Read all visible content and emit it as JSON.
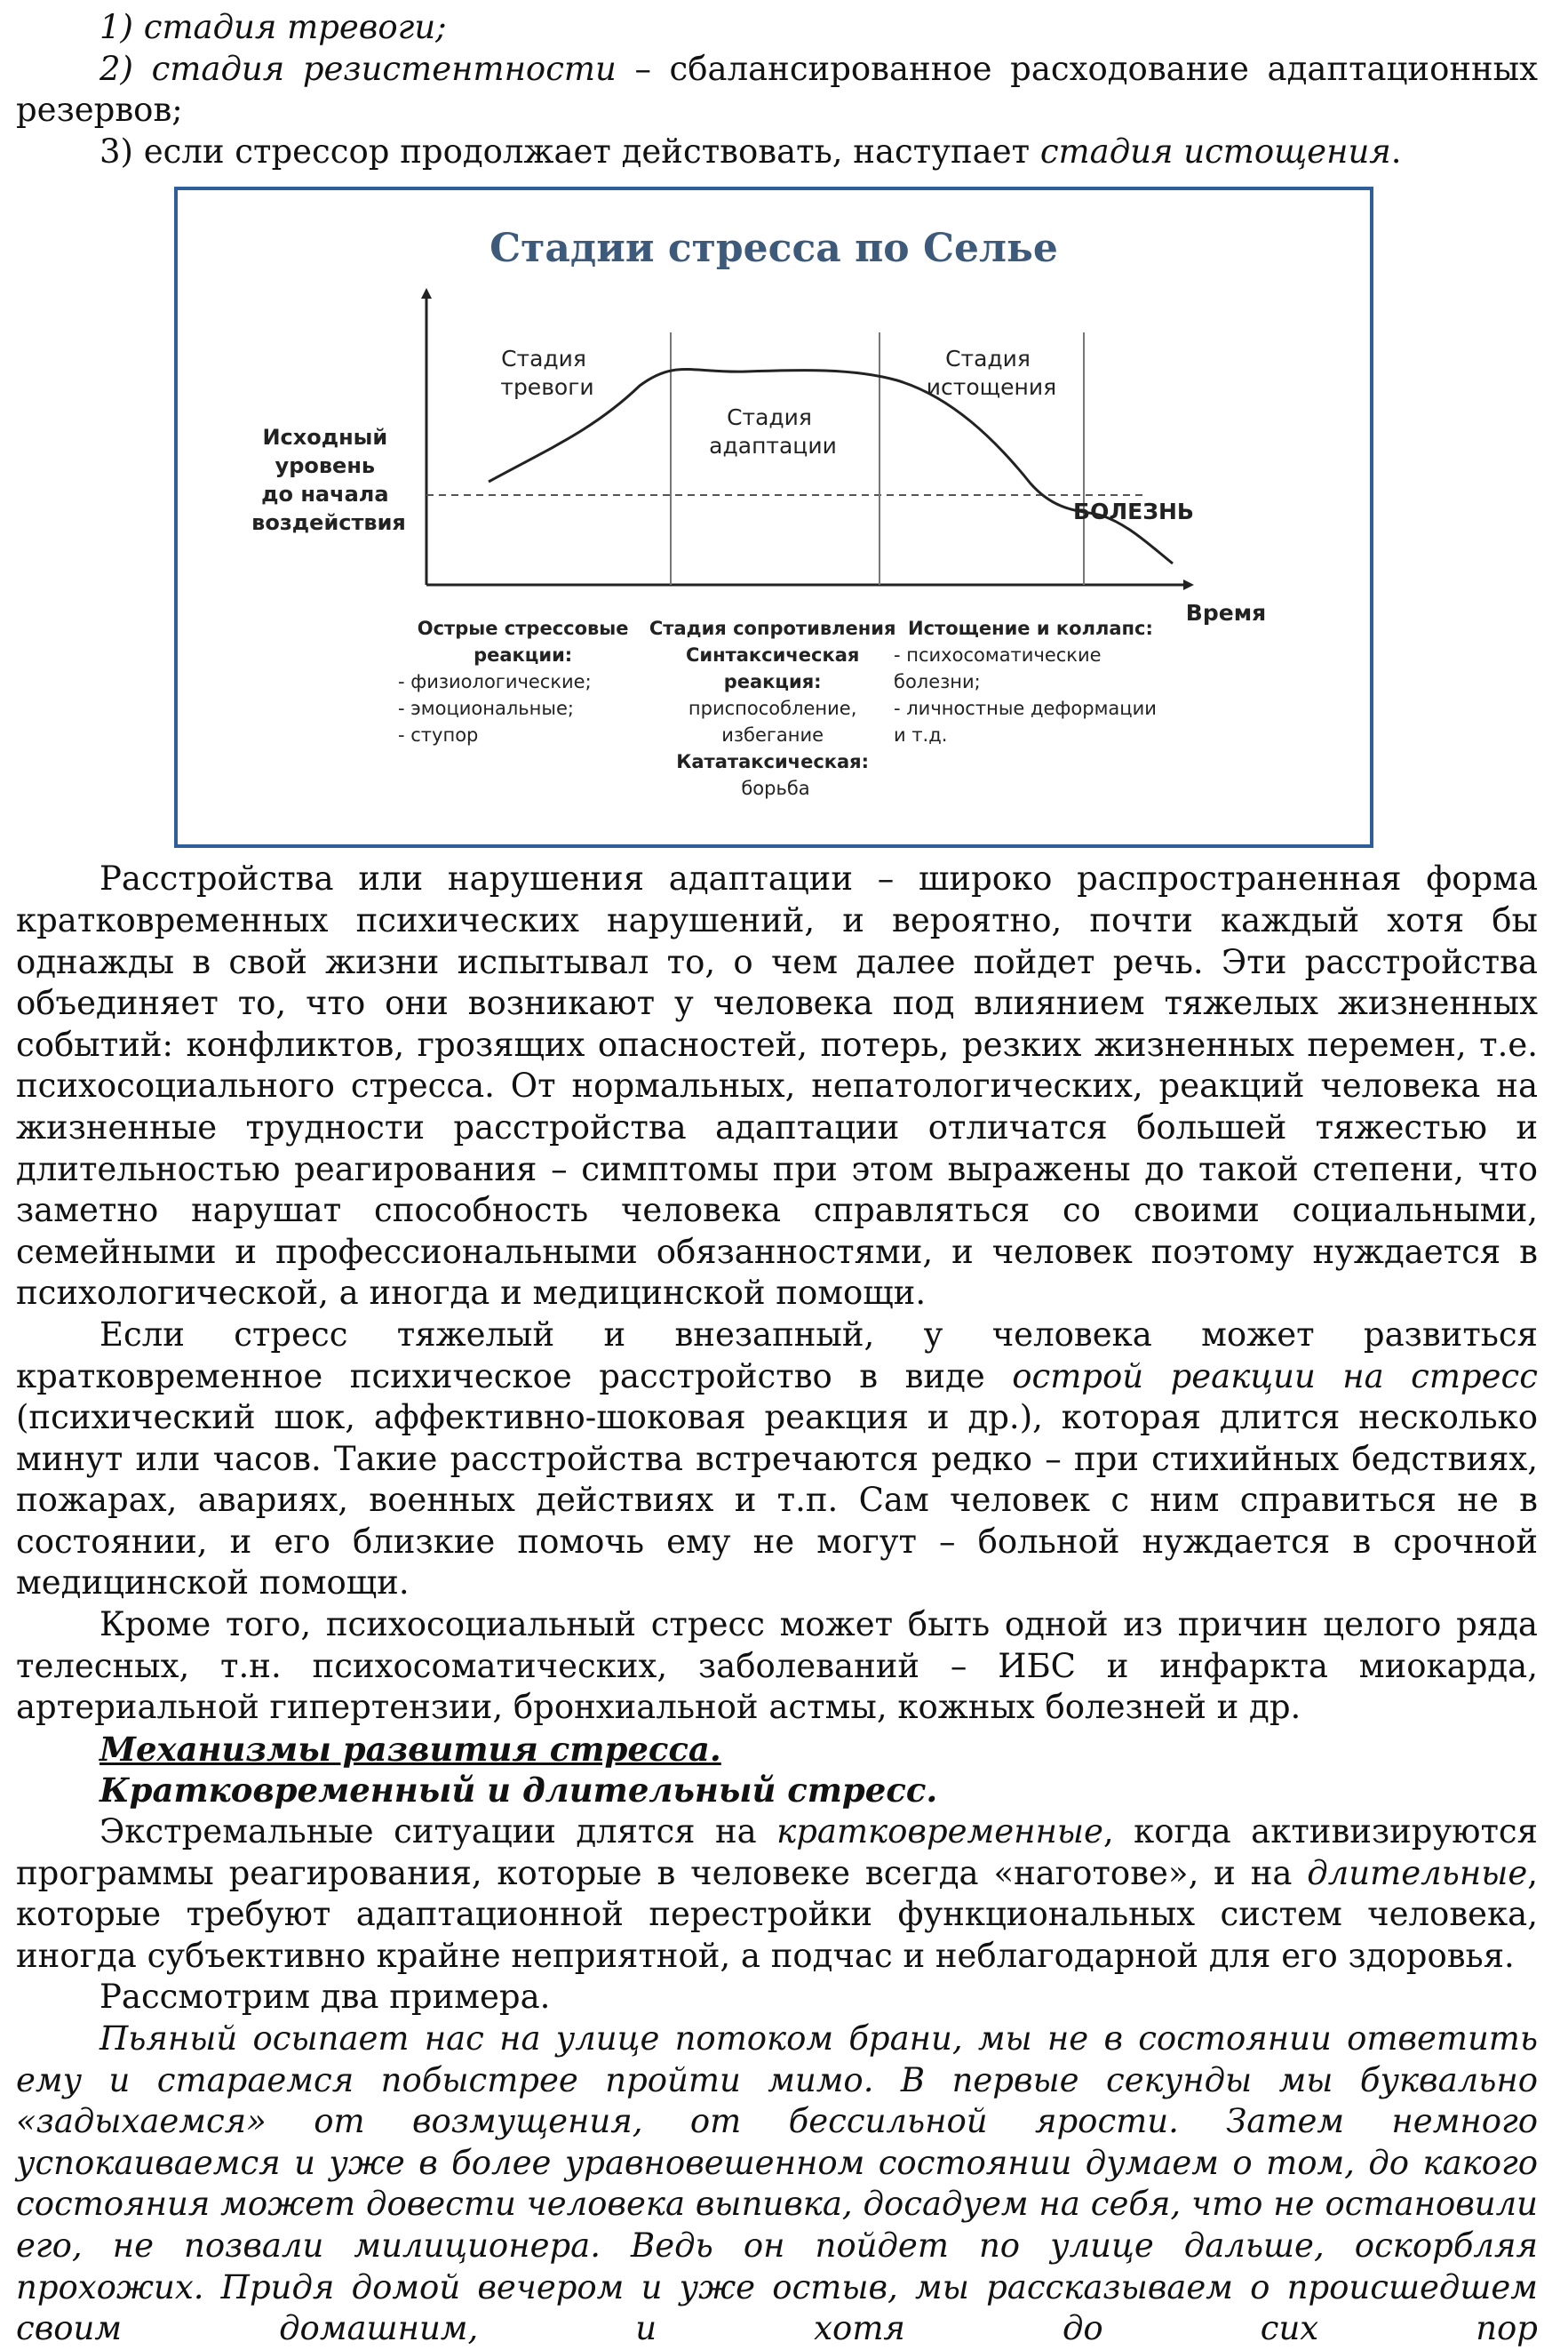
{
  "lines_top": {
    "l1": "1) стадия тревоги;",
    "l2_italic": "2) стадия резистентности",
    "l2_rest": " – сбалансированное расходование адаптационных резервов;",
    "l3_start": "3) если стрессор продолжает действовать, наступает ",
    "l3_italic": "стадия истощения",
    "l3_end": "."
  },
  "figure": {
    "title": "Стадии стресса по Селье",
    "baseline_label": [
      "Исходный",
      "уровень",
      "до начала",
      "воздействия"
    ],
    "stage_alarm": [
      "Стадия",
      "тревоги"
    ],
    "stage_adapt": [
      "Стадия",
      "адаптации"
    ],
    "stage_exhaust": [
      "Стадия",
      "истощения"
    ],
    "disease": "БОЛЕЗНЬ",
    "time": "Время",
    "col1": {
      "head": [
        "Острые стрессовые",
        "реакции:"
      ],
      "items": [
        "- физиологические;",
        "- эмоциональные;",
        "- ступор"
      ]
    },
    "col2": {
      "head": [
        "Стадия сопротивления",
        "Синтаксическая",
        "реакция:"
      ],
      "items": [
        "приспособление,",
        "избегание"
      ],
      "head2": "Кататаксическая:",
      "items2": [
        "борьба"
      ]
    },
    "col3": {
      "head": "Истощение и коллапс:",
      "items": [
        "- психосоматические",
        "болезни;",
        "- личностные деформации",
        "и т.д."
      ]
    },
    "colors": {
      "frame": "#2f5f9a",
      "title": "#3d5a7a",
      "ink": "#222222"
    }
  },
  "para1": "Расстройства или нарушения адаптации – широко распространенная форма кратковременных психических нарушений, и вероятно, почти каждый хотя бы однажды в свой жизни испытывал то, о чем далее пойдет речь. Эти расстройства объединяет то, что они возникают у человека под влиянием тяжелых жизненных событий: конфликтов, грозящих опасностей, потерь, резких жизненных перемен, т.е. психосоциального стресса. От нормальных, непатологических, реакций человека на жизненные трудности расстройства адаптации отличатся большей тяжестью и длительностью реагирования – симптомы при этом выражены до такой степени, что заметно нарушат способность человека справляться со своими социальными, семейными и профессиональными обязанностями, и человек поэтому нуждается в психологической, а иногда и медицинской помощи.",
  "para2": {
    "a": "Если стресс тяжелый и внезапный, у человека может развиться кратковременное психическое расстройство в виде ",
    "italic": "острой реакции на стресс",
    "b": " (психический шок, аффективно-шоковая реакция и др.), которая длится несколько минут или часов. Такие расстройства встречаются редко – при стихийных бедствиях, пожарах, авариях, военных действиях и т.п. Сам человек с ним справиться не в состоянии, и его близкие помочь ему не могут – больной нуждается в срочной медицинской помощи."
  },
  "para3": "Кроме того, психосоциальный стресс может быть одной из причин целого ряда телесных, т.н. психосоматических, заболеваний – ИБС и инфаркта миокарда, артериальной гипертензии, бронхиальной астмы, кожных болезней и др.",
  "heading1": "Механизмы развития стресса.",
  "heading2": "Кратковременный и длительный стресс.",
  "para4": {
    "a": "Экстремальные ситуации длятся на ",
    "i1": "кратковременные",
    "b": ", когда активизируются программы реагирования, которые в человеке всегда «наготове», и на ",
    "i2": "длительные",
    "c": ", которые требуют адаптационной перестройки  функциональных систем человека, иногда субъективно крайне неприятной, а подчас и неблагодарной для его здоровья."
  },
  "para5": "Рассмотрим два примера.",
  "para6": "Пьяный осыпает нас на улице потоком брани, мы не в состоянии ответить ему и стараемся побыстрее пройти мимо. В первые секунды мы буквально «задыхаемся» от возмущения, от бессильной ярости. Затем немного успокаиваемся и уже в более уравновешенном состоянии думаем о том,  до какого состояния может довести человека выпивка, досадуем на себя, что не остановили его, не позвали милиционера. Ведь он пойдет по улице дальше, оскорбляя прохожих.  Придя домой вечером и уже остыв, мы рассказываем о происшедшем своим домашним, и хотя до сих пор"
}
